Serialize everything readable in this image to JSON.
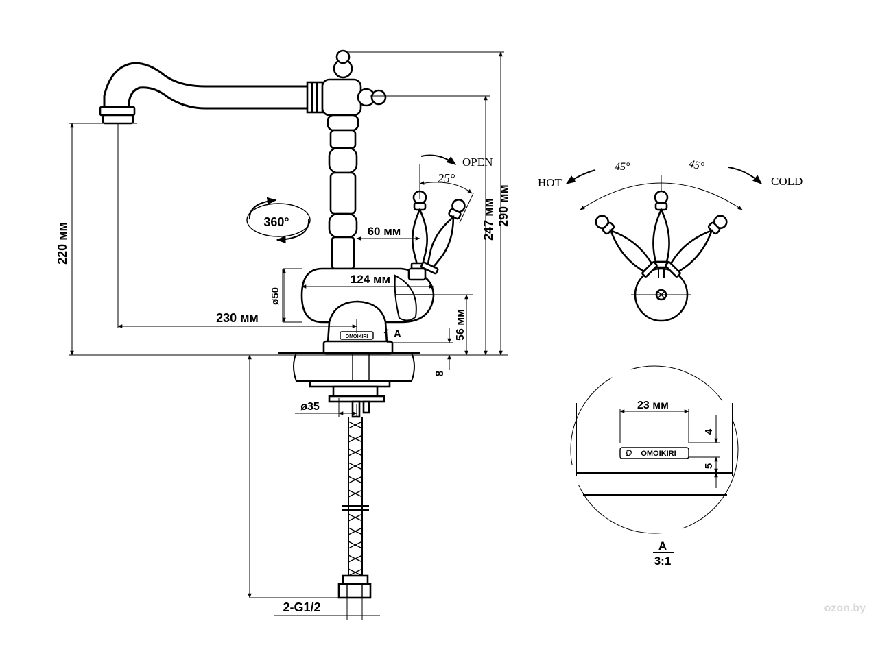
{
  "front_view": {
    "height_total": "290 мм",
    "height_spout": "247 мм",
    "spout_clearance": "220 мм",
    "reach": "230 мм",
    "body_length": "124 мм",
    "handle_offset": "60 мм",
    "body_diameter": "ø50",
    "base_height": "56 мм",
    "plate_thickness": "8",
    "shank_diameter": "ø35",
    "connection": "2-G1/2",
    "swivel": "360°",
    "handle_angle": "25°",
    "open_label": "OPEN",
    "detail_marker": "A"
  },
  "side_view": {
    "hot_label": "HOT",
    "cold_label": "COLD",
    "angle_left": "45°",
    "angle_right": "45°"
  },
  "detail_view": {
    "width": "23 мм",
    "top_offset": "4",
    "logo_height": "5",
    "logo_text": "OMOIKIRI",
    "label": "A",
    "scale": "3:1"
  },
  "watermark": "ozon.by"
}
